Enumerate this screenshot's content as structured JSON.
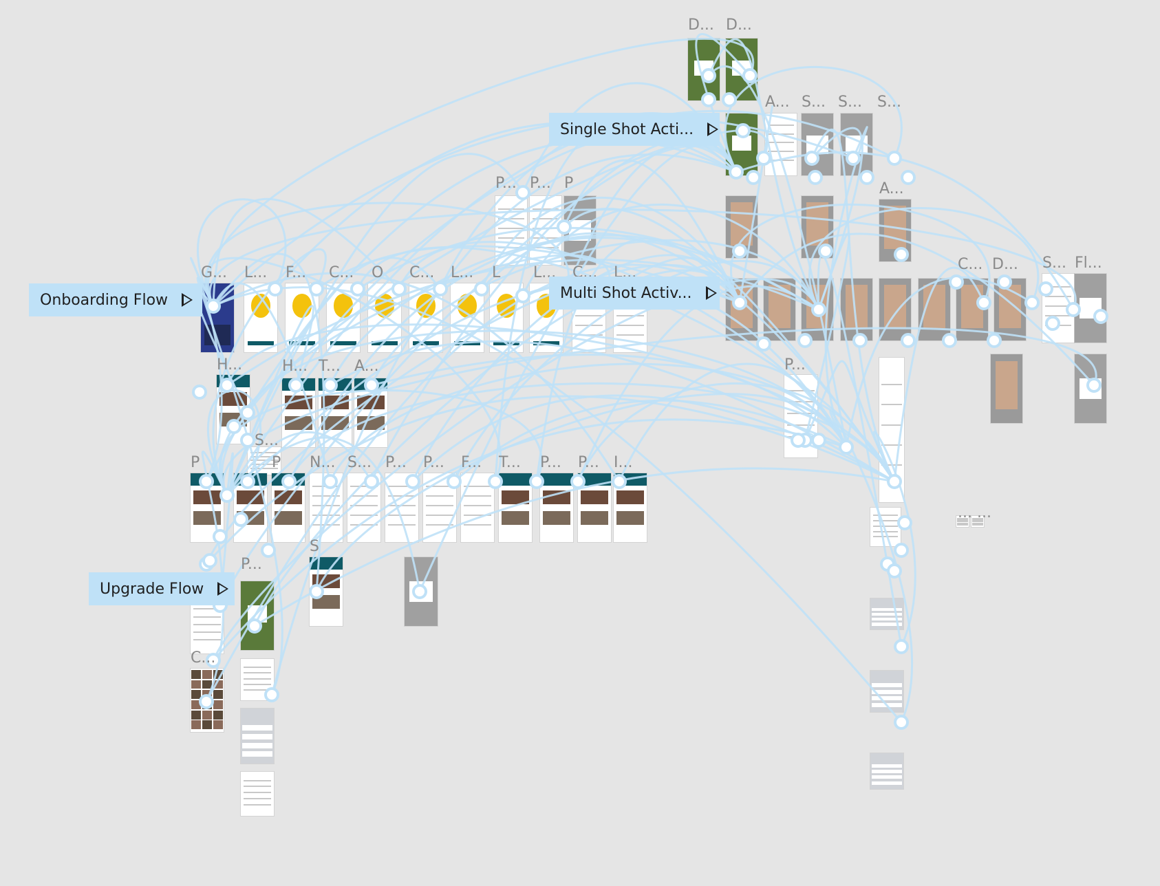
{
  "canvas": {
    "background": "#e5e5e5",
    "connector_color": "#bfe1f7",
    "frame_color": "#ffffff",
    "badge_color": "#bfe1f7"
  },
  "flows": [
    {
      "id": "single-shot",
      "label": "Single Shot Acti..."
    },
    {
      "id": "onboarding",
      "label": "Onboarding Flow"
    },
    {
      "id": "multi-shot",
      "label": "Multi Shot Activ..."
    },
    {
      "id": "upgrade",
      "label": "Upgrade Flow"
    }
  ],
  "frame_labels": [
    "D...",
    "D...",
    "A...",
    "S...",
    "S...",
    "S...",
    "P...",
    "P...",
    "P",
    "G...",
    "L...",
    "F...",
    "C...",
    "O",
    "C...",
    "L...",
    "L",
    "L...",
    "C...",
    "L...",
    "C...",
    "D...",
    "S...",
    "Fl...",
    "A...",
    "H...",
    "H...",
    "T...",
    "A...",
    "P...",
    "S...",
    "P",
    "P",
    "N...",
    "S...",
    "P...",
    "P...",
    "F...",
    "T...",
    "P...",
    "P...",
    "I...",
    "S",
    "P...",
    "C...",
    "... ..."
  ],
  "theme": {
    "accent_dark": "#0f5a66",
    "accent_yellow": "#f4c20d",
    "photo_green": "#5a7a3a",
    "photo_skin": "#c9a68c",
    "photo_gray": "#9a9a9a"
  }
}
